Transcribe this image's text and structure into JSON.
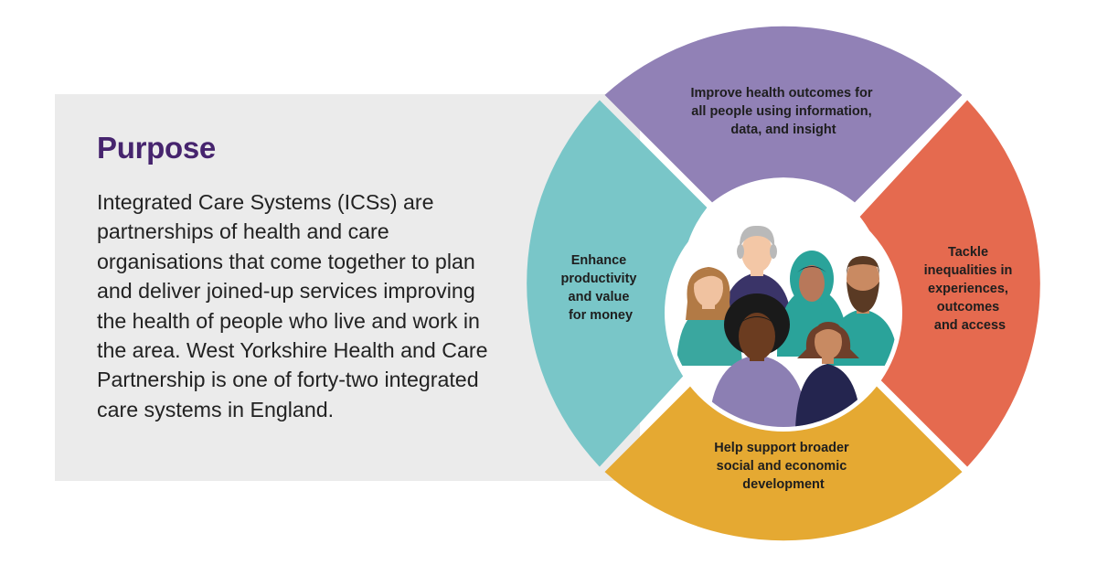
{
  "panel": {
    "title": "Purpose",
    "body": "Integrated Care Systems (ICSs) are partnerships of health and care organisations that come together to plan and deliver joined-up services improving the health of people who live and work in the area. West Yorkshire Health and Care Partnership is one of forty-two integrated care systems in England."
  },
  "wheel": {
    "segments": [
      {
        "id": "top",
        "color": "#9181b6",
        "lines": [
          "Improve health outcomes for",
          "all people using information,",
          "data, and insight"
        ]
      },
      {
        "id": "right",
        "color": "#e56a4f",
        "lines": [
          "Tackle",
          "inequalities in",
          "experiences,",
          "outcomes",
          "and access"
        ]
      },
      {
        "id": "bottom",
        "color": "#e5a932",
        "lines": [
          "Help support broader",
          "social and economic",
          "development"
        ]
      },
      {
        "id": "left",
        "color": "#79c6c8",
        "lines": [
          "Enhance",
          "productivity",
          "and value",
          "for money"
        ]
      }
    ],
    "center_illustration": "group-of-diverse-people-icon"
  }
}
